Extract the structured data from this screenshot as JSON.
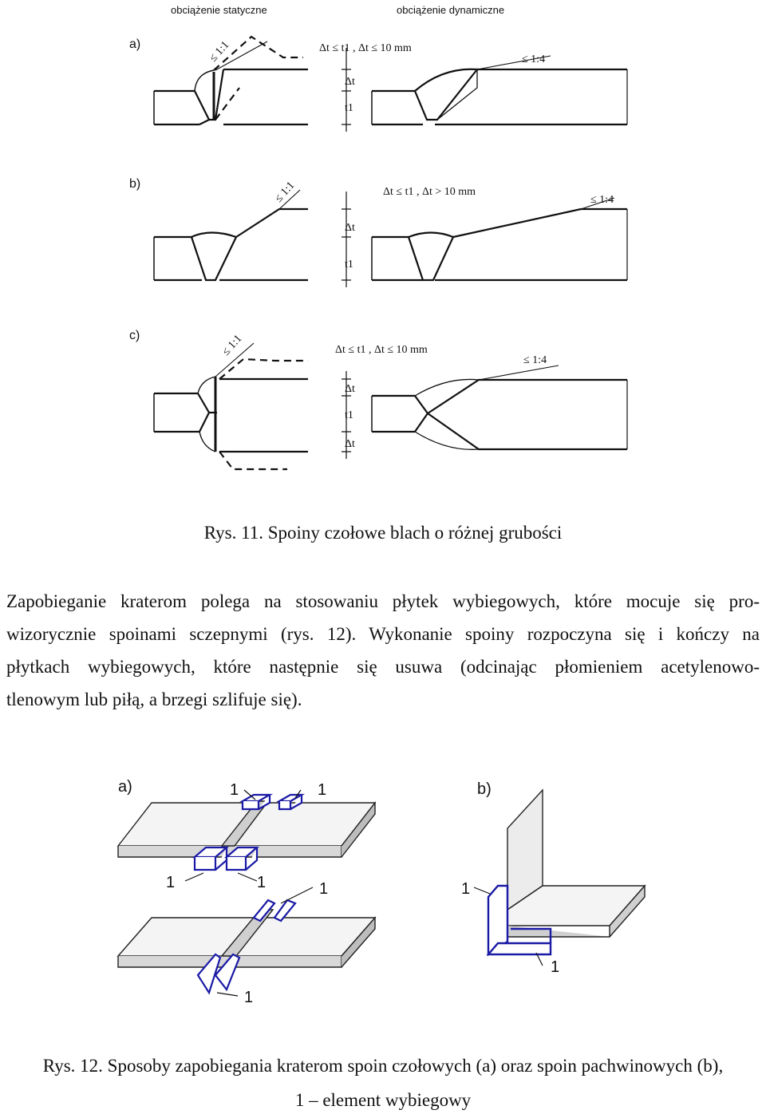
{
  "figure1": {
    "header_static": "obciążenie statyczne",
    "header_dynamic": "obciążenie dynamiczne",
    "labels": [
      "a)",
      "b)",
      "c)"
    ],
    "ratio_static": "≤ 1:1",
    "ratio_dynamic": "≤ 1:4",
    "cond_a": "Δt ≤ t1 ,  Δt ≤ 10 mm",
    "cond_b": "Δt ≤ t1 ,  Δt > 10 mm",
    "cond_c": "Δt ≤ t1 ,  Δt ≤ 10 mm",
    "dim_dt": "Δt",
    "dim_t1": "t1"
  },
  "caption1": "Rys. 11. Spoiny czołowe blach o różnej grubości",
  "paragraph": {
    "lines": [
      "Zapobieganie kraterom polega na stosowaniu płytek wybiegowych, które mocuje się pro-",
      "wizorycznie spoinami sczepnymi (rys. 12). Wykonanie spoiny rozpoczyna się i kończy na",
      "płytkach wybiegowych, które następnie się usuwa (odcinając płomieniem acetylenowo-",
      "tlenowym lub piłą, a brzegi szlifuje się)."
    ]
  },
  "figure2": {
    "label_a": "a)",
    "label_b": "b)",
    "marker": "1"
  },
  "caption2_line1": "Rys. 12. Sposoby zapobiegania kraterom spoin czołowych (a) oraz spoin pachwinowych (b),",
  "caption2_line2": "1 – element wybiegowy"
}
